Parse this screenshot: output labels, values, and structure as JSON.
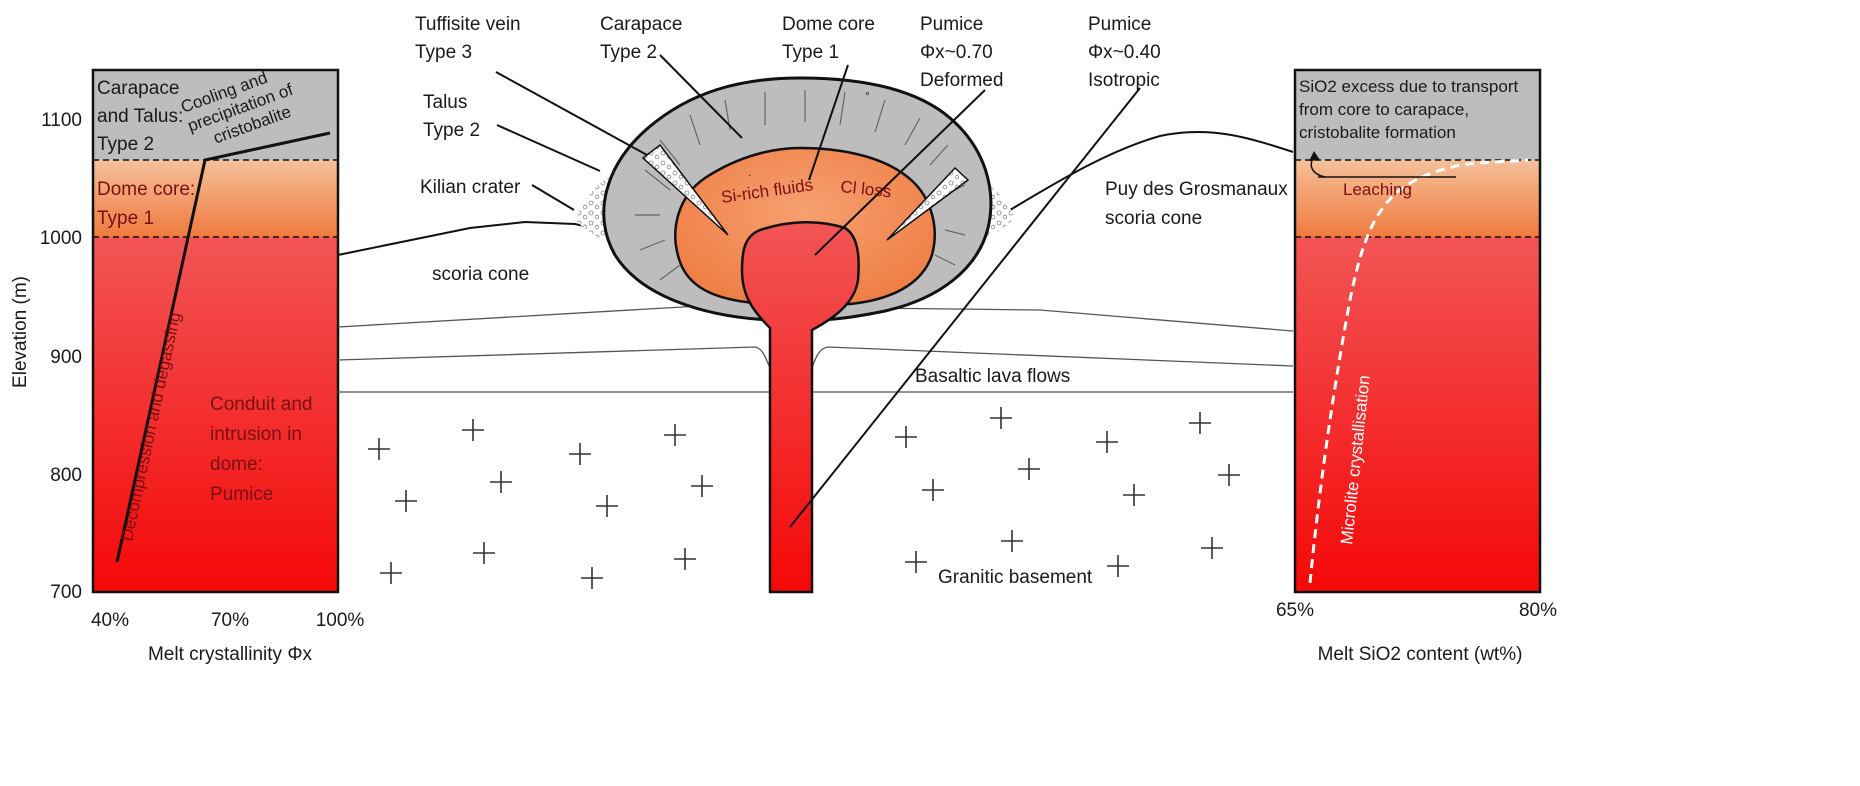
{
  "left_panel": {
    "y_axis_label": "Elevation (m)",
    "y_ticks": [
      "1100",
      "1000",
      "900",
      "800",
      "700"
    ],
    "x_ticks": [
      "40%",
      "70%",
      "100%"
    ],
    "x_axis_label": "Melt crystallinity Φx",
    "zone_carapace": [
      "Carapace",
      "and Talus:",
      "Type 2"
    ],
    "zone_dome_core": [
      "Dome core:",
      "Type 1"
    ],
    "zone_conduit": [
      "Conduit and",
      "intrusion in",
      "dome:",
      "Pumice"
    ],
    "annotation_cooling": [
      "Cooling and",
      "precipitation of",
      "cristobalite"
    ],
    "annotation_decompression": "Decompression and degassing"
  },
  "right_panel": {
    "x_ticks": [
      "65%",
      "80%"
    ],
    "x_axis_label": "Melt SiO2 content (wt%)",
    "annotation_sio2": [
      "SiO2 excess due to transport",
      "from core to carapace,",
      "cristobalite formation"
    ],
    "annotation_leaching": "Leaching",
    "annotation_microlite": "Microlite crystallisation"
  },
  "center": {
    "tuffisite": [
      "Tuffisite vein",
      "Type 3"
    ],
    "carapace": [
      "Carapace",
      "Type 2"
    ],
    "dome_core": [
      "Dome core",
      "Type 1"
    ],
    "pumice_deformed": [
      "Pumice",
      "Φx~0.70",
      "Deformed"
    ],
    "pumice_isotropic": [
      "Pumice",
      "Φx~0.40",
      "Isotropic"
    ],
    "talus": [
      "Talus",
      "Type 2"
    ],
    "kilian_crater": "Kilian crater",
    "si_rich_fluids": "Si-rich fluids",
    "cl_loss": "Cl loss",
    "puy_des": [
      "Puy des Grosmanaux",
      "scoria cone"
    ],
    "scoria_cone": "scoria cone",
    "basaltic_lava_flows": "Basaltic lava flows",
    "granitic_basement": "Granitic basement"
  },
  "colors": {
    "carapace_grey": "#bdbdbd",
    "dome_orange": "#f08a55",
    "conduit_red": "#f03030",
    "line_black": "#111111"
  }
}
